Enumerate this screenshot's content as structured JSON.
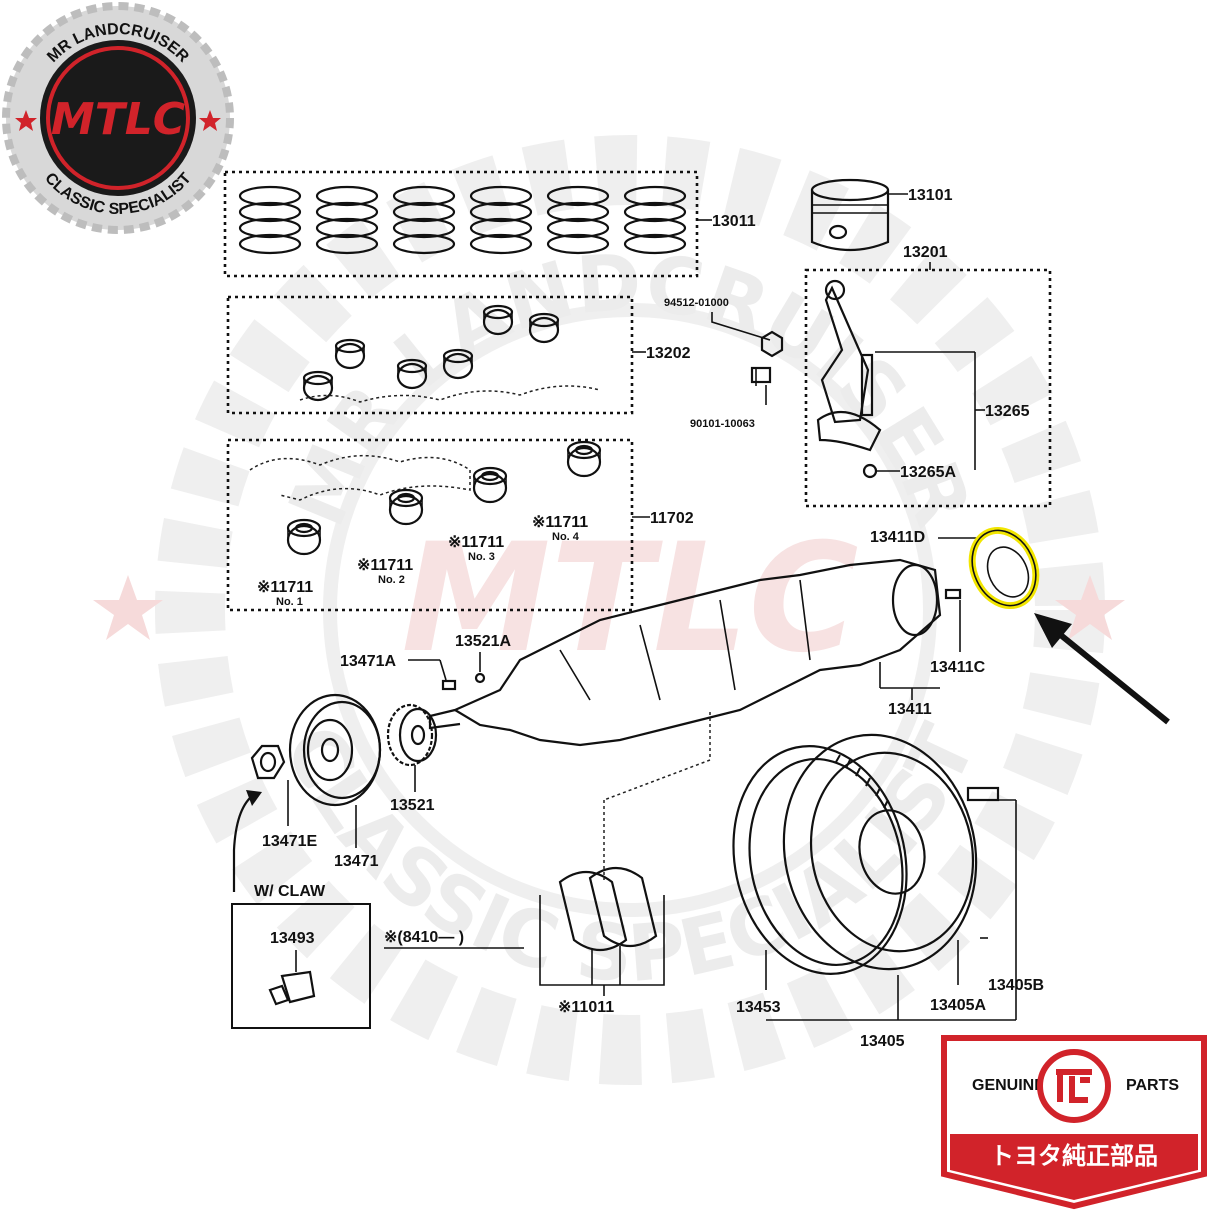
{
  "watermark": {
    "top_text": "MR LANDCRUISER",
    "bottom_text": "CLASSIC SPECIALIST",
    "center_text": "MTLC"
  },
  "logo": {
    "top_text": "MR LANDCRUISER",
    "bottom_text": "CLASSIC SPECIALIST",
    "center_text": "MTLC",
    "colors": {
      "ring": "#d8d8d8",
      "core": "#1a1a1a",
      "accent": "#d1232a"
    }
  },
  "genuine_parts_badge": {
    "left_text": "GENUINE",
    "right_text": "PARTS",
    "japanese_text": "トヨタ純正部品",
    "colors": {
      "red": "#d1232a"
    }
  },
  "highlight_color": "#f2e600",
  "parts": {
    "piston_rings": "13011",
    "piston": "13101",
    "rod_assembly": "13201",
    "rod_bearings": "13202",
    "rod_bolt_nut_a": "94512-01000",
    "rod_bolt_nut_b": "90101-10063",
    "rod_bearing_set": "13265",
    "rod_nut": "13265A",
    "main_bearings": "11702",
    "rear_oil_seal": "13411D",
    "crankshaft": "13411",
    "crank_key": "13411C",
    "pulley_key": "13471A",
    "timing_gear_key": "13521A",
    "timing_gear": "13521",
    "pulley_nut": "13471E",
    "crank_pulley": "13471",
    "claw": "13493",
    "claw_note": "W/ CLAW",
    "thrust_washer": "※11011",
    "date_note": "※(8410—     )",
    "ring_gear": "13453",
    "flywheel": "13405",
    "flywheel_pin_a": "13405A",
    "flywheel_pin_b": "13405B",
    "main_bearing_no1": "※11711",
    "main_bearing_no2": "※11711",
    "main_bearing_no3": "※11711",
    "main_bearing_no4": "※11711",
    "no1": "No. 1",
    "no2": "No. 2",
    "no3": "No. 3",
    "no4": "No. 4"
  }
}
